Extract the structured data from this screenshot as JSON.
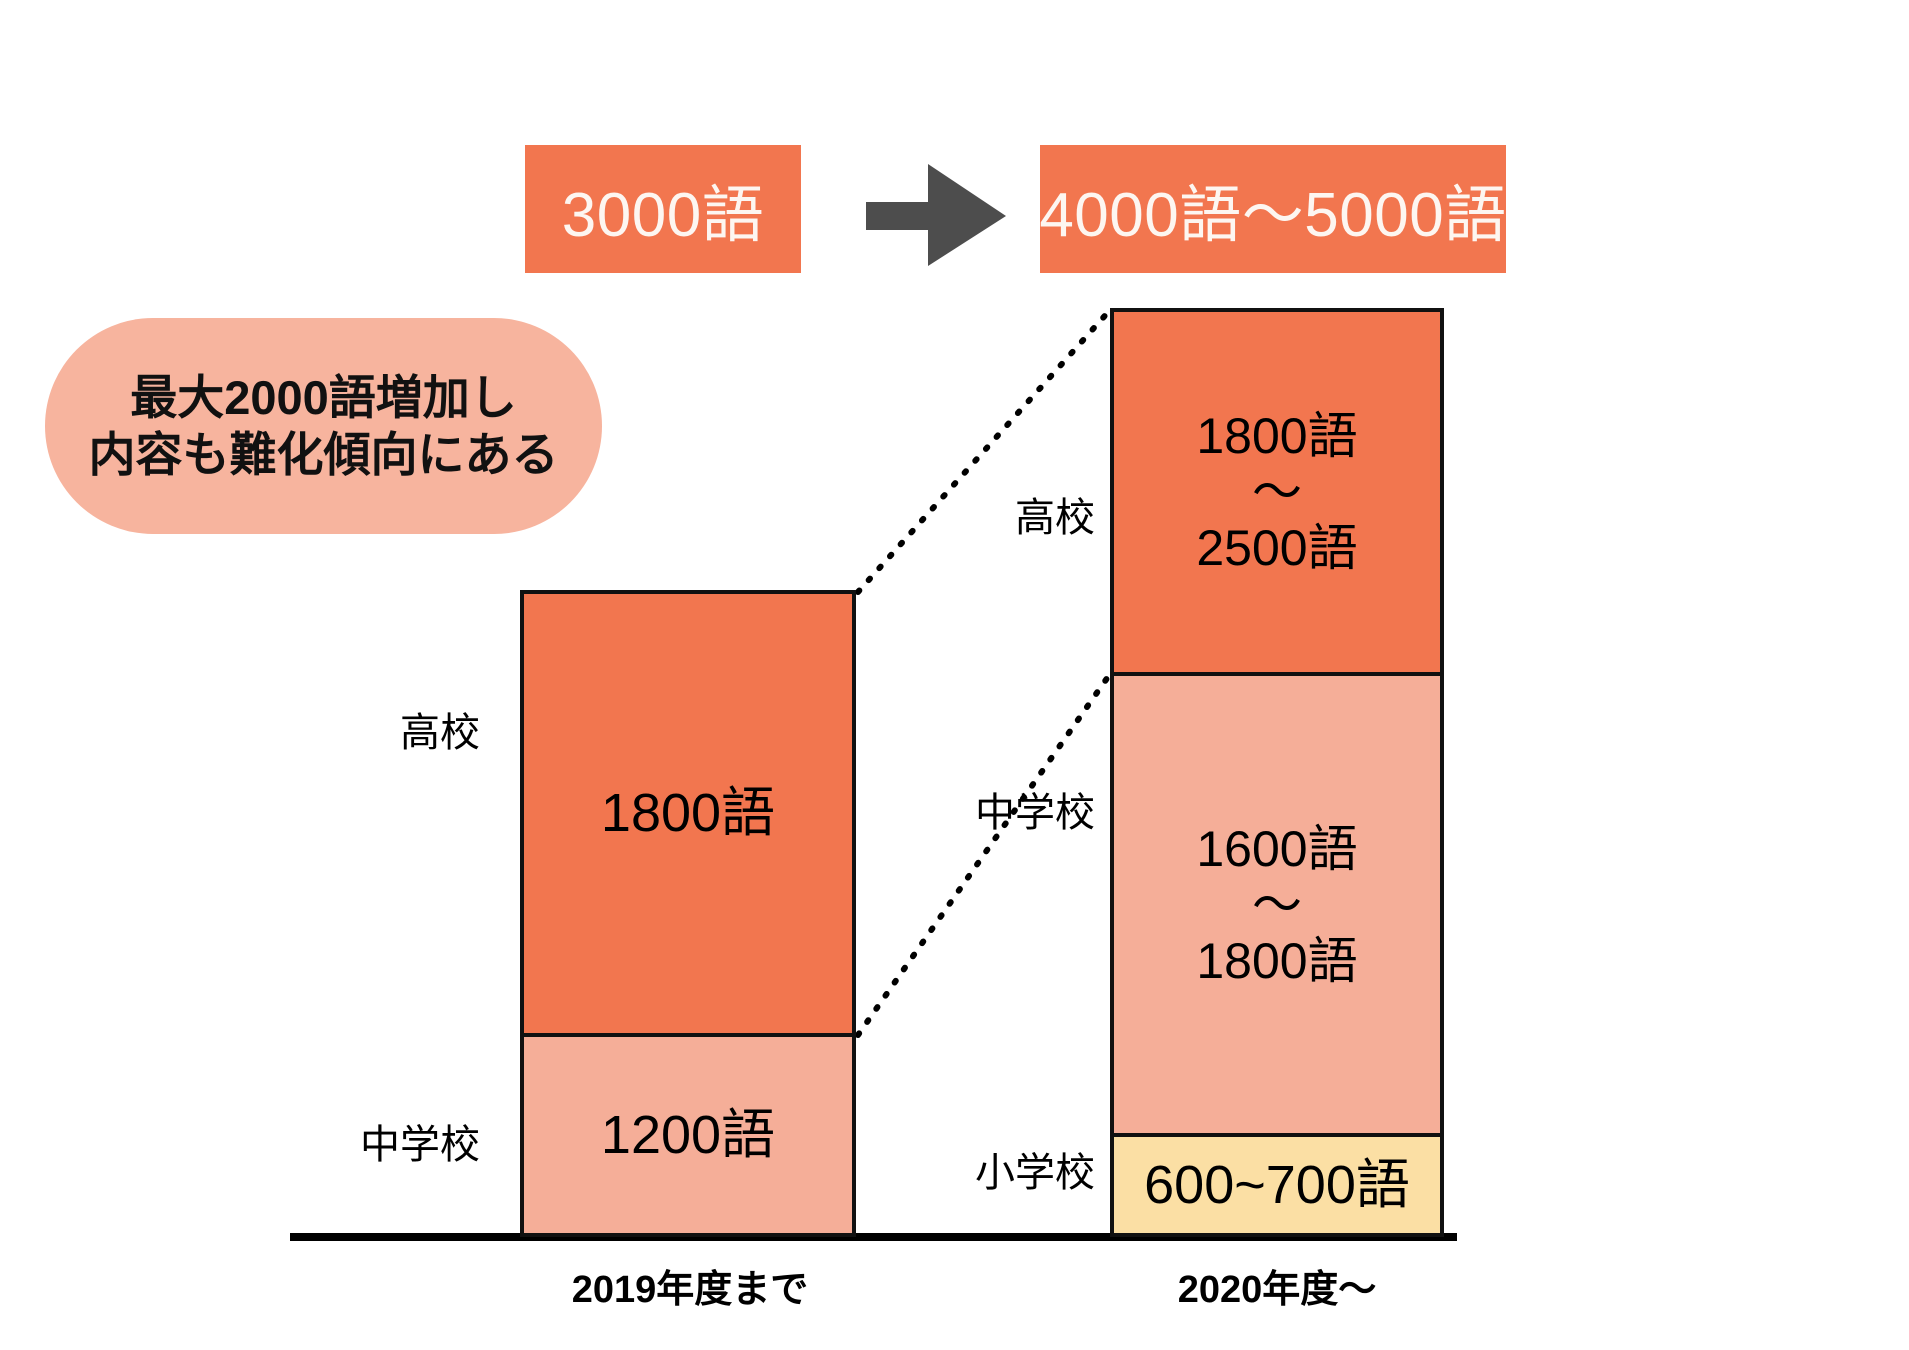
{
  "banners": {
    "before_label": "3000語",
    "arrow_icon": "right-arrow-icon",
    "after_label": "4000語～5000語"
  },
  "callout": {
    "line1": "最大2000語増加し",
    "line2": "内容も難化傾向にある"
  },
  "colors": {
    "orange": "#F2764F",
    "pink": "#F5AE98",
    "yellow": "#FBDFA4",
    "callout_pink": "#F7B49E",
    "arrow_gray": "#4D4D4D",
    "outline": "#111111"
  },
  "chart_data": {
    "type": "bar",
    "title": "",
    "xlabel": "",
    "ylabel": "",
    "stacked": true,
    "grid": false,
    "legend": "none",
    "categories": [
      "2019年度まで",
      "2020年度～"
    ],
    "tick_labels": [
      "2019年度まで",
      "2020年度～"
    ],
    "series": [
      {
        "name": "小学校",
        "label": "小学校",
        "values": [
          0,
          650
        ],
        "value_labels": [
          "",
          "600~700語"
        ],
        "range": [
          600,
          700
        ],
        "color": "#FBDFA4"
      },
      {
        "name": "中学校",
        "label": "中学校",
        "values": [
          1200,
          1700
        ],
        "value_labels": [
          "1200語",
          "1600語\n～\n1800語"
        ],
        "range": [
          1600,
          1800
        ],
        "color": "#F5AE98"
      },
      {
        "name": "高校",
        "label": "高校",
        "values": [
          1800,
          2150
        ],
        "value_labels": [
          "1800語",
          "1800語\n～\n2500語"
        ],
        "range": [
          1800,
          2500
        ],
        "color": "#F2764F"
      }
    ],
    "totals": [
      "3000語",
      "4000語～5000語"
    ],
    "annotations": [
      "最大2000語増加し",
      "内容も難化傾向にある"
    ]
  },
  "left_column": {
    "axis_label": "2019年度まで",
    "segments": [
      {
        "label": "高校",
        "value": "1800語",
        "lines": [
          "1800語"
        ]
      },
      {
        "label": "中学校",
        "value": "1200語",
        "lines": [
          "1200語"
        ]
      }
    ]
  },
  "right_column": {
    "axis_label": "2020年度～",
    "segments": [
      {
        "label": "高校",
        "value": "1800語～2500語",
        "lines": [
          "1800語",
          "～",
          "2500語"
        ]
      },
      {
        "label": "中学校",
        "value": "1600語～1800語",
        "lines": [
          "1600語",
          "～",
          "1800語"
        ]
      },
      {
        "label": "小学校",
        "value": "600~700語",
        "lines": [
          "600~700語"
        ]
      }
    ]
  }
}
